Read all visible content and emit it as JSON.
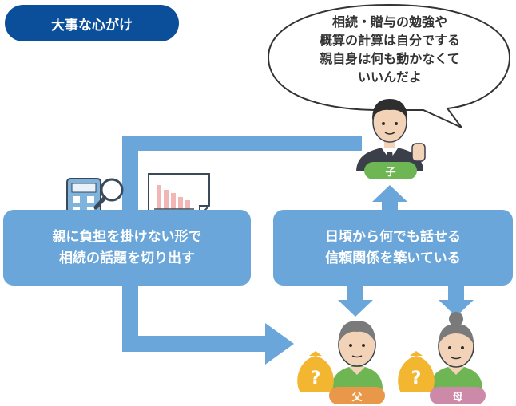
{
  "header": {
    "title": "大事な心がけ"
  },
  "speech_bubble": {
    "lines": [
      "相続・贈与の勉強や",
      "概算の計算は自分でする",
      "親自身は何も動かなくて",
      "いいんだよ"
    ]
  },
  "boxes": {
    "left": {
      "lines": [
        "親に負担を掛けない形で",
        "相続の話題を切り出す"
      ]
    },
    "right": {
      "lines": [
        "日頃から何でも話せる",
        "信頼関係を築いている"
      ]
    }
  },
  "people": {
    "child": "子",
    "father": "父",
    "mother": "母"
  },
  "icons": [
    "calculator-icon",
    "magnifier-icon",
    "bar-chart-icon",
    "money-bag-icon"
  ],
  "colors": {
    "header_bg": "#0b4f9b",
    "box_blue": "#6aa6d9",
    "child_tag": "#6db653",
    "father_tag": "#e89848",
    "mother_tag": "#cc8aa8",
    "money_bag": "#f2b630"
  }
}
